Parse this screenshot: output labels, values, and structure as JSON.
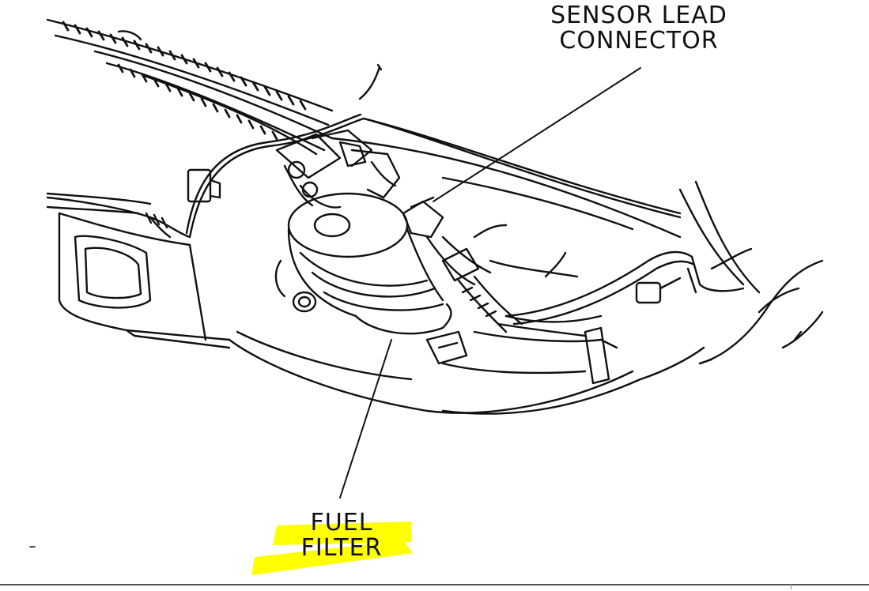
{
  "diagram": {
    "labels": {
      "sensor_lead_connector": {
        "line1": "SENSOR LEAD",
        "line2": "CONNECTOR"
      },
      "fuel_filter": {
        "line1": "FUEL",
        "line2": "FILTER"
      }
    },
    "colors": {
      "ink": "#111111",
      "highlight": "#ffff00",
      "background": "#ffffff"
    }
  }
}
